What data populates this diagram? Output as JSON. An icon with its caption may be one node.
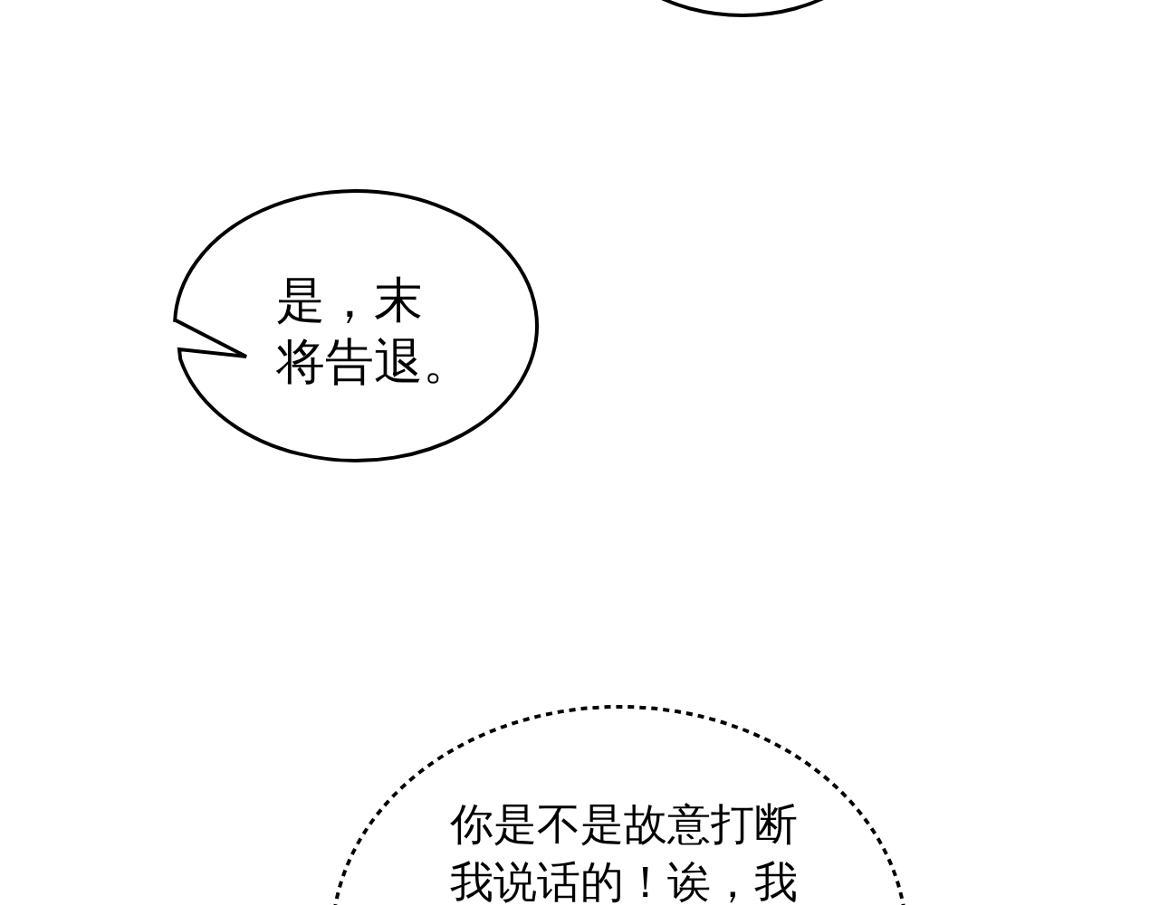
{
  "diagram": {
    "nodes": [
      {
        "text": [],
        "shape": "ellipse"
      },
      {
        "text": [
          "是，末将告退。"
        ]
      },
      {
        "text": [
          "你是不是故意打断我说话的！诶，我"
        ]
      }
    ]
  }
}
